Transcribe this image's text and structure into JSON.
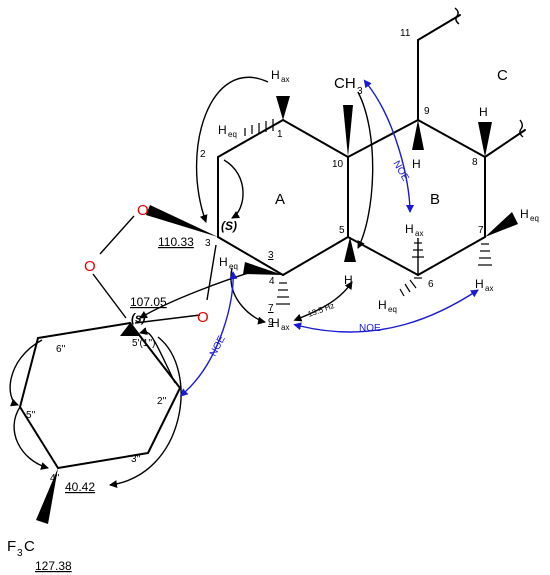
{
  "atom_labels": {
    "c1": "1",
    "c2": "2",
    "c3": "3",
    "c3b": "3",
    "c4": "4",
    "c5": "5",
    "c6": "6",
    "c7": "7",
    "c8": "8",
    "c9": "9",
    "c10": "10",
    "c11": "11",
    "c7b": "7",
    "c9b": "9",
    "c2pp": "2''",
    "c3pp": "3''",
    "c4pp": "4''",
    "c5pp": "5''",
    "c6pp": "6''",
    "spiro": "5'(1'')",
    "ch3": "CH",
    "ch3_sub": "3",
    "f3c": "F",
    "f3c_sub": "3",
    "f3c_c": "C",
    "oxygen": "O"
  },
  "ring_labels": {
    "A": "A",
    "B": "B",
    "C": "C"
  },
  "hydrogens": {
    "hax": "H",
    "ax": "ax",
    "eq": "eq",
    "h": "H"
  },
  "shifts": {
    "c3": "110.33",
    "spiro": "107.05",
    "c4pp": "40.42",
    "cf3": "127.38"
  },
  "stereo": {
    "c3": "(S)",
    "spiro": "(s)"
  },
  "coupling": "13.5 Hz",
  "noe_label": "NOE",
  "colors": {
    "oxygen": "#e60000",
    "noe": "#1a1ad6",
    "bond": "#000000"
  }
}
